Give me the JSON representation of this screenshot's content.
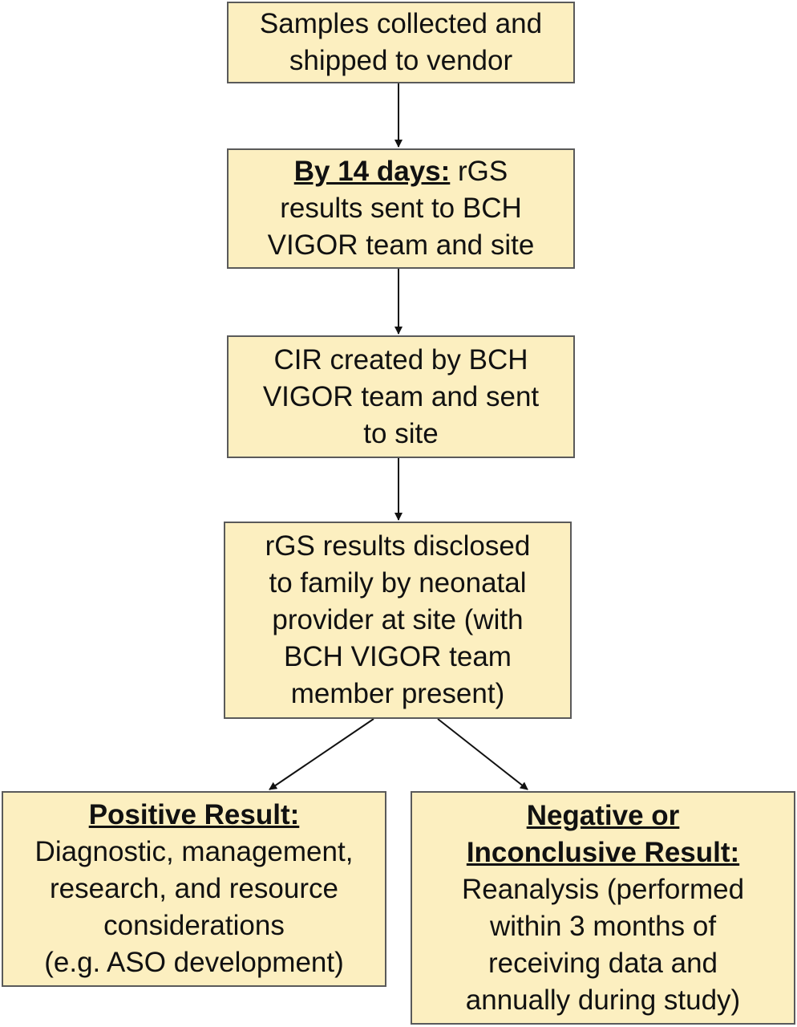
{
  "nodes": {
    "collected": {
      "lines": [
        "Samples collected and",
        "shipped to vendor"
      ]
    },
    "results_sent": {
      "heading": "By 14 days:",
      "heading_tail": " rGS",
      "lines": [
        "results sent to BCH",
        "VIGOR team and site"
      ]
    },
    "cir": {
      "lines": [
        "CIR created by BCH",
        "VIGOR team and sent",
        "to site"
      ]
    },
    "disclosed": {
      "lines": [
        "rGS results disclosed",
        "to family by neonatal",
        "provider at site (with",
        "BCH VIGOR team",
        "member present)"
      ]
    },
    "positive": {
      "heading": "Positive Result:",
      "lines": [
        "Diagnostic, management,",
        "research, and resource",
        "considerations",
        "(e.g. ASO development)"
      ]
    },
    "negative": {
      "heading_lines": [
        "Negative or",
        "Inconclusive Result:"
      ],
      "lines": [
        "Reanalysis (performed",
        "within 3 months of",
        "receiving data and",
        "annually during study)"
      ]
    }
  },
  "colors": {
    "box_fill": "#fcefc0",
    "border": "#5a5a5a",
    "arrow": "#111111"
  }
}
